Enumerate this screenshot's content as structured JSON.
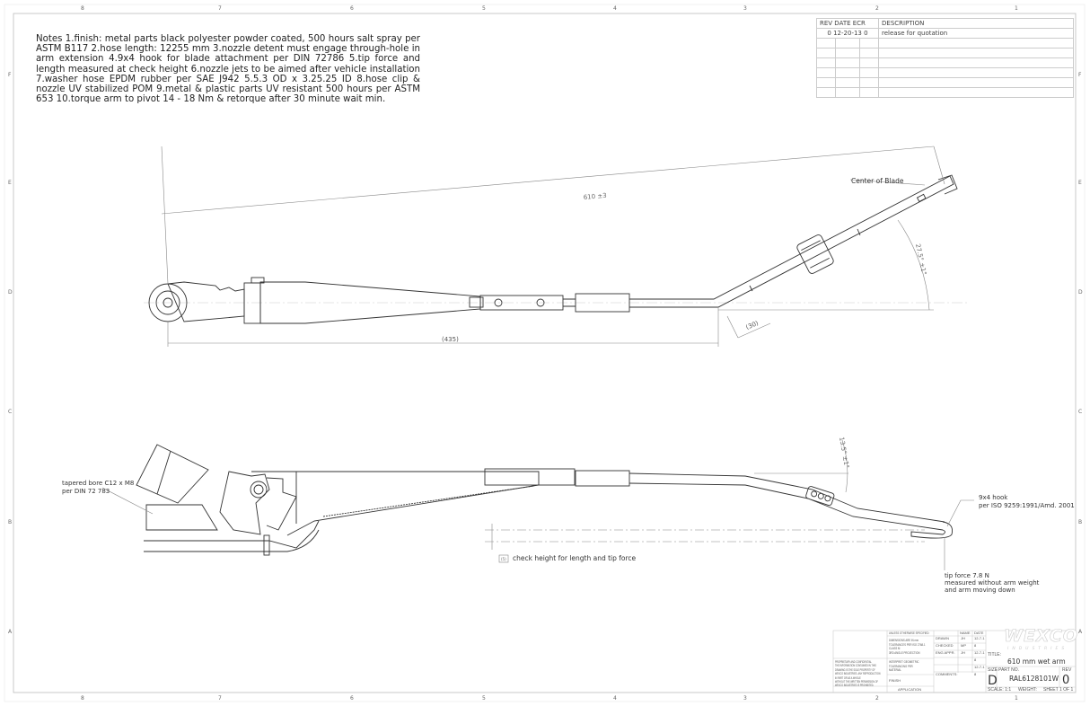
{
  "notes": "Notes 1.finish: metal parts black polyester powder coated, 500 hours salt spray per ASTM B117 2.hose length: 12255 mm 3.nozzle detent must engage through-hole in arm extension 4.9x4 hook for blade attachment per DIN 72786 5.tip force and length measured at check height 6.nozzle jets to be aimed after vehicle installation 7.washer hose EPDM rubber per SAE J942 5.5.3 OD x 3.25.25 ID 8.hose clip & nozzle UV stabilized POM 9.metal & plastic parts UV resistant 500 hours per ASTM 653 10.torque arm to pivot 14 - 18 Nm & retorque after 30 minute wait min.",
  "zones": {
    "columns": [
      "8",
      "7",
      "6",
      "5",
      "4",
      "3",
      "2",
      "1"
    ],
    "rows": [
      "F",
      "E",
      "D",
      "C",
      "B",
      "A"
    ]
  },
  "revision_table": {
    "headers": [
      "REV DATE ECR",
      "DESCRIPTION"
    ],
    "rows": [
      {
        "rev_date_ecr": "0 12-20-13 0",
        "description": "release for quotation"
      }
    ]
  },
  "top_view": {
    "overall_length": "610 ±3",
    "pivot_length": "(435)",
    "bend_offset": "(30)",
    "angle": "27.5° ±1°",
    "center_label": "Center of Blade"
  },
  "side_view": {
    "angle": "13.5° ±1°",
    "tapered_bore": [
      "tapered bore C12 x M8",
      "per DIN 72 783"
    ],
    "hook": [
      "9x4 hook",
      "per ISO 9259:1991/Amd. 2001"
    ],
    "check_height": "check height for length and tip force",
    "check_symbol": "(5)",
    "tip_force": [
      "tip force 7.8 N",
      "measured without arm weight",
      "and arm moving down"
    ]
  },
  "title_block": {
    "unless_specified": "UNLESS OTHERWISE SPECIFIED:",
    "dimensions_note": [
      "DIMENSIONS ARE IN mm",
      "TOLERANCES PER ISO 2768-1",
      "CLASS M",
      "3RD ANGLE PROJECTION"
    ],
    "geometric": [
      "INTERPRET GEOMETRIC",
      "TOLERANCING PER",
      "MATERIAL"
    ],
    "finish": "FINISH",
    "application": "APPLICATION",
    "proprietary": [
      "PROPRIETARY AND CONFIDENTIAL",
      "THE INFORMATION CONTAINED IN THIS",
      "DRAWING IS THE SOLE PROPERTY OF",
      "WEXCO INDUSTRIES. ANY REPRODUCTION",
      "IN PART OR AS A WHOLE",
      "WITHOUT THE WRITTEN PERMISSION OF",
      "WEXCO INDUSTRIES IS PROHIBITED."
    ],
    "name_header": "NAME",
    "date_header": "DATE",
    "roles": [
      {
        "role": "DRAWN",
        "name": "JH",
        "date": "12-7-1"
      },
      {
        "role": "CHECKED",
        "name": "MP",
        "date": "8"
      },
      {
        "role": "ENG APPR.",
        "name": "JH",
        "date": "12-7-1"
      },
      {
        "role": "",
        "name": "",
        "date": "8"
      },
      {
        "role": "",
        "name": "",
        "date": "12-7-1"
      },
      {
        "role": "COMMENTS:",
        "name": "",
        "date": "8"
      }
    ],
    "logo": "WEXCO",
    "logo_sub": "INDUSTRIES",
    "title_label": "TITLE:",
    "title": "610 mm wet arm",
    "size_label": "SIZE",
    "size": "D",
    "part_no_label": "PART NO.",
    "part_no": "RAL6128101W",
    "rev_label": "REV",
    "rev": "0",
    "scale": "SCALE: 1:1",
    "weight": "WEIGHT:",
    "sheet": "SHEET 1 OF 1"
  }
}
